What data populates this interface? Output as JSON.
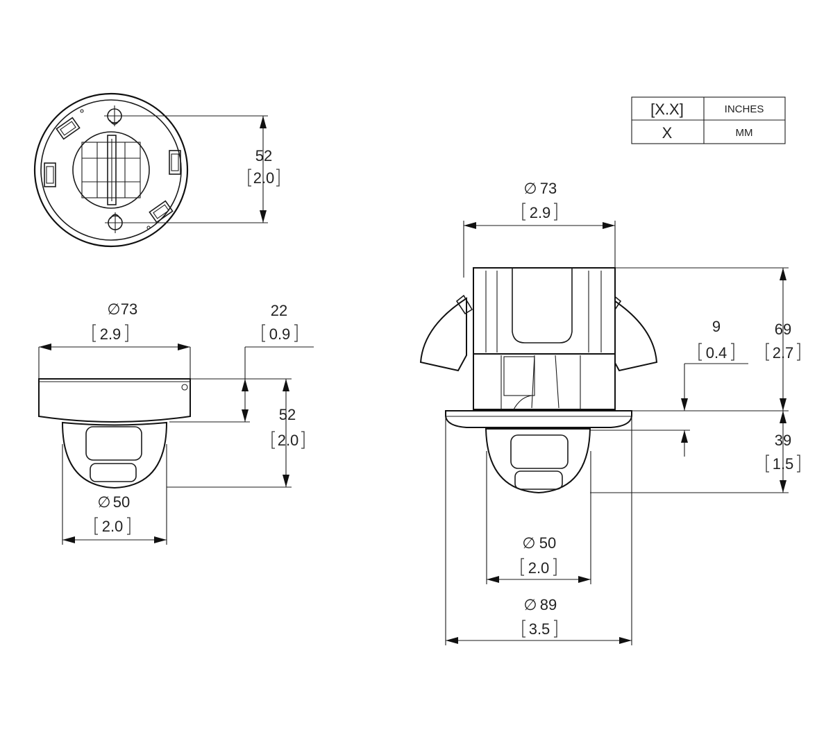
{
  "legend": {
    "row1_symbol": "[X.X]",
    "row1_unit": "INCHES",
    "row2_symbol": "X",
    "row2_unit": "MM"
  },
  "top_view": {
    "height_mm": "52",
    "height_in": "2.0"
  },
  "side_view": {
    "diameter_mm": "73",
    "diameter_in": "2.9",
    "base_height_mm": "22",
    "base_height_in": "0.9",
    "total_height_mm": "52",
    "total_height_in": "2.0",
    "dome_diameter_mm": "50",
    "dome_diameter_in": "2.0"
  },
  "flush_mount_view": {
    "housing_diameter_mm": "73",
    "housing_diameter_in": "2.9",
    "above_ceiling_mm": "69",
    "above_ceiling_in": "2.7",
    "trim_thickness_mm": "9",
    "trim_thickness_in": "0.4",
    "below_ceiling_mm": "39",
    "below_ceiling_in": "1.5",
    "dome_diameter_mm": "50",
    "dome_diameter_in": "2.0",
    "trim_diameter_mm": "89",
    "trim_diameter_in": "3.5"
  }
}
